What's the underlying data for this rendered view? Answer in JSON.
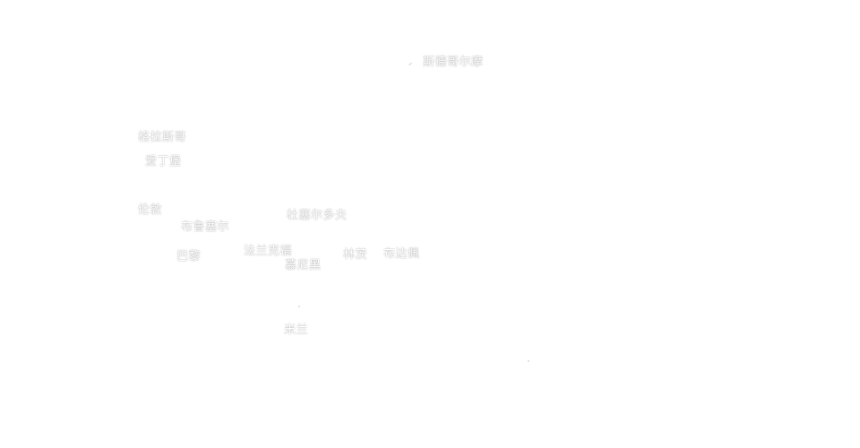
{
  "map": {
    "cities": {
      "stockholm": "斯德哥尔摩",
      "glasgow": "格拉斯哥",
      "edinburgh": "爱丁堡",
      "london": "伦敦",
      "brussels": "布鲁塞尔",
      "dusseldorf": "杜塞尔多夫",
      "frankfurt": "法兰克福",
      "paris": "巴黎",
      "linz": "林茨",
      "budapest": "布达佩",
      "munich": "慕尼黑",
      "milan": "米兰"
    },
    "colors": {
      "background": "#ffffff",
      "label": "#ffffff",
      "marker": "#d8d8d8"
    }
  }
}
